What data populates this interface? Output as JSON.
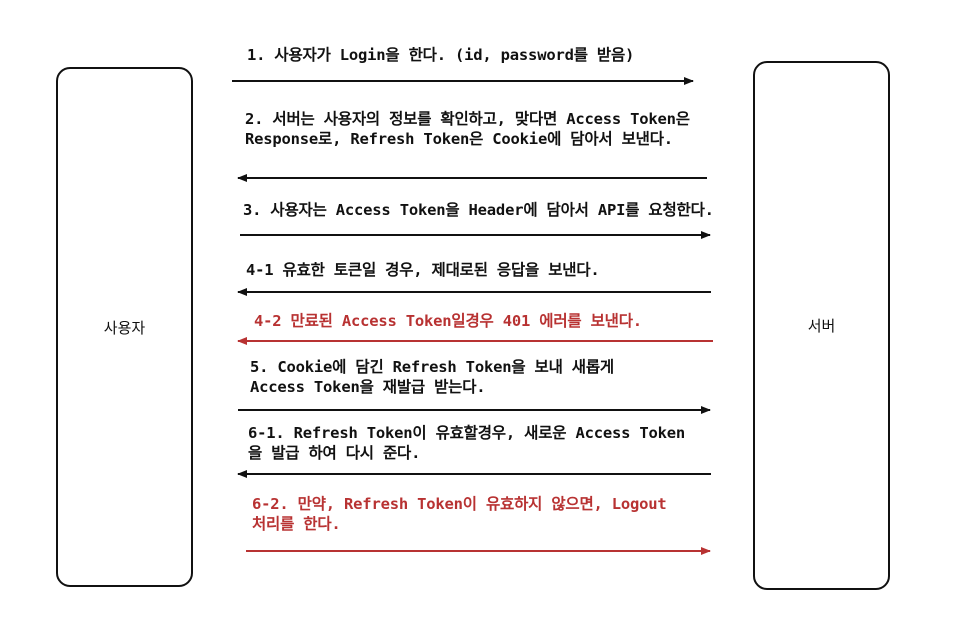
{
  "diagram": {
    "type": "sequence",
    "colors": {
      "normal": "#111111",
      "error": "#b83232"
    },
    "actors": [
      {
        "id": "user",
        "label": "사용자"
      },
      {
        "id": "server",
        "label": "서버"
      }
    ],
    "messages": [
      {
        "id": "1",
        "direction": "user->server",
        "color": "normal",
        "lines": [
          "1. 사용자가 Login을 한다. (id, password를 받음)"
        ]
      },
      {
        "id": "2",
        "direction": "server->user",
        "color": "normal",
        "lines": [
          "2. 서버는 사용자의 정보를 확인하고, 맞다면 Access Token은",
          "Response로, Refresh Token은 Cookie에 담아서 보낸다."
        ]
      },
      {
        "id": "3",
        "direction": "user->server",
        "color": "normal",
        "lines": [
          "3. 사용자는 Access Token을 Header에 담아서 API를 요청한다."
        ]
      },
      {
        "id": "4-1",
        "direction": "server->user",
        "color": "normal",
        "lines": [
          "4-1 유효한 토큰일 경우, 제대로된 응답을 보낸다."
        ]
      },
      {
        "id": "4-2",
        "direction": "server->user",
        "color": "error",
        "lines": [
          "4-2 만료된 Access Token일경우 401 에러를 보낸다."
        ]
      },
      {
        "id": "5",
        "direction": "user->server",
        "color": "normal",
        "lines": [
          "5. Cookie에 담긴 Refresh Token을 보내 새롭게",
          "Access Token을 재발급 받는다."
        ]
      },
      {
        "id": "6-1",
        "direction": "server->user",
        "color": "normal",
        "lines": [
          "6-1. Refresh Token이 유효할경우, 새로운 Access Token",
          "을 발급 하여 다시 준다."
        ]
      },
      {
        "id": "6-2",
        "direction": "user->server",
        "color": "error",
        "lines": [
          "6-2. 만약, Refresh Token이 유효하지 않으면, Logout",
          "처리를 한다."
        ]
      }
    ]
  }
}
